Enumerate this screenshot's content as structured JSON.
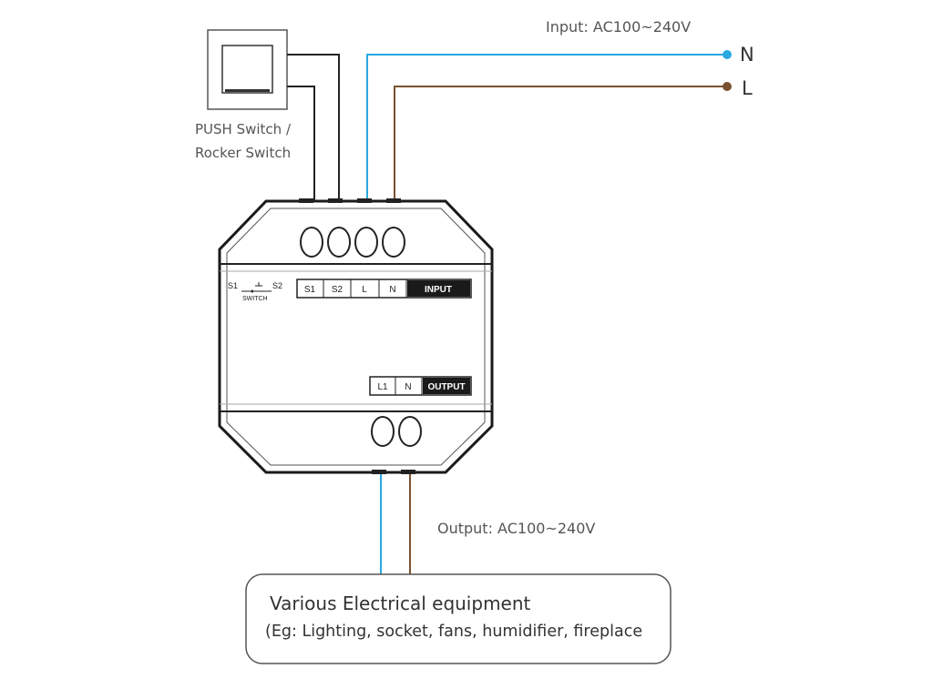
{
  "input_label": "Input: AC100~240V",
  "output_label": "Output: AC100~240V",
  "line_n": "N",
  "line_l": "L",
  "switch_label_1": "PUSH Switch /",
  "switch_label_2": "Rocker Switch",
  "device": {
    "switch_s1": "S1",
    "switch_s2": "S2",
    "switch_word": "SWITCH",
    "input_terminals": [
      "S1",
      "S2",
      "L",
      "N"
    ],
    "input_tag": "INPUT",
    "output_terminals": [
      "L1",
      "N"
    ],
    "output_tag": "OUTPUT"
  },
  "load": {
    "title": "Various Electrical equipment",
    "subtitle": "(Eg: Lighting, socket, fans, humidifier, fireplace"
  },
  "colors": {
    "neutral_wire": "#29a8e0",
    "live_wire": "#7a5230",
    "switch_wire": "#222222",
    "outline": "#1a1a1a"
  }
}
